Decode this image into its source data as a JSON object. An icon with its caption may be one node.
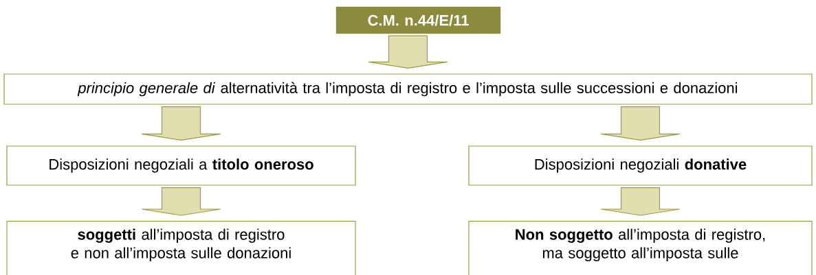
{
  "diagram": {
    "nodes": [
      {
        "text": [
          "C.M. n.44/E/11"
        ]
      },
      {
        "text": [
          "*principio generale di* alternatività tra l’imposta di registro e l’imposta sulle successioni e donazioni"
        ]
      },
      {
        "text": [
          "Disposizioni negoziali a **titolo oneroso**"
        ]
      },
      {
        "text": [
          "Disposizioni negoziali **donative**"
        ]
      },
      {
        "text": [
          "**soggetti** all’imposta di registro e non all’imposta sulle donazioni"
        ]
      },
      {
        "text": [
          "**Non soggetto** all’imposta di registro, ma soggetto all’imposta sulle"
        ]
      }
    ],
    "edges": [
      {
        "from": 0,
        "to": 1,
        "arrow": "to"
      },
      {
        "from": 1,
        "to": 2,
        "arrow": "to"
      },
      {
        "from": 1,
        "to": 3,
        "arrow": "to"
      },
      {
        "from": 2,
        "to": 4,
        "arrow": "to"
      },
      {
        "from": 3,
        "to": 5,
        "arrow": "to"
      }
    ]
  }
}
